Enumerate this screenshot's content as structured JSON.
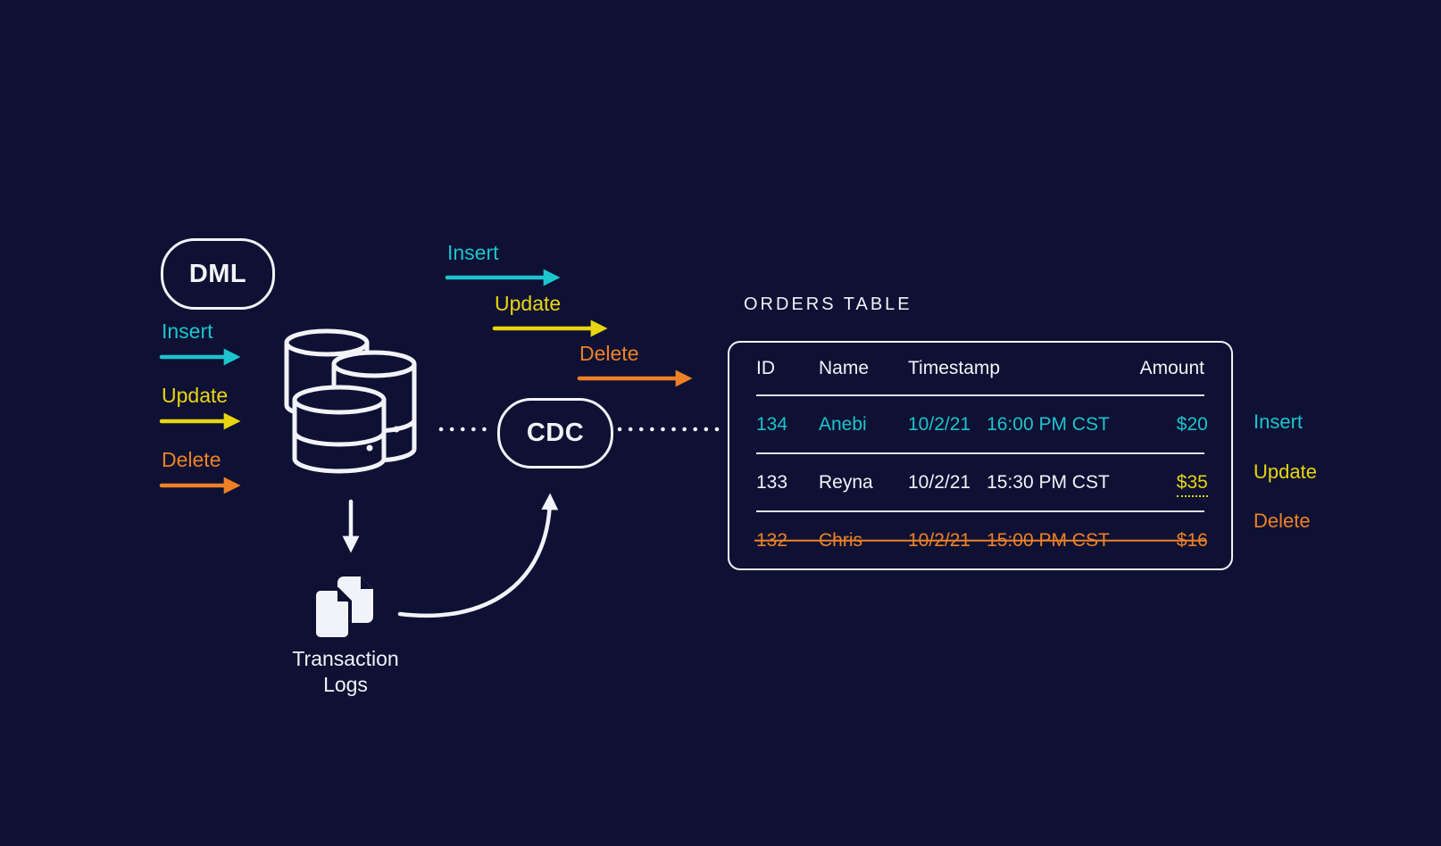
{
  "colors": {
    "background": "#0e1133",
    "white": "#f2f3f8",
    "insert": "#1cc4ce",
    "update": "#e9d50f",
    "delete": "#ee8126"
  },
  "dml": {
    "label": "DML"
  },
  "dml_ops": [
    {
      "label": "Insert",
      "color": "insert"
    },
    {
      "label": "Update",
      "color": "update"
    },
    {
      "label": "Delete",
      "color": "delete"
    }
  ],
  "cdc": {
    "label": "CDC"
  },
  "cdc_ops": [
    {
      "label": "Insert",
      "color": "insert"
    },
    {
      "label": "Update",
      "color": "update"
    },
    {
      "label": "Delete",
      "color": "delete"
    }
  ],
  "transaction_logs": {
    "line1": "Transaction",
    "line2": "Logs"
  },
  "orders_table": {
    "title": "ORDERS TABLE",
    "headers": [
      "ID",
      "Name",
      "Timestamp",
      "Amount"
    ],
    "rows": [
      {
        "id": "134",
        "name": "Anebi",
        "date": "10/2/21",
        "time": "16:00 PM CST",
        "amount": "$20",
        "change": "insert"
      },
      {
        "id": "133",
        "name": "Reyna",
        "date": "10/2/21",
        "time": "15:30 PM CST",
        "amount": "$35",
        "change": "update"
      },
      {
        "id": "132",
        "name": "Chris",
        "date": "10/2/21",
        "time": "15:00 PM CST",
        "amount": "$16",
        "change": "delete"
      }
    ]
  },
  "legend": [
    {
      "label": "Insert",
      "color": "insert"
    },
    {
      "label": "Update",
      "color": "update"
    },
    {
      "label": "Delete",
      "color": "delete"
    }
  ]
}
